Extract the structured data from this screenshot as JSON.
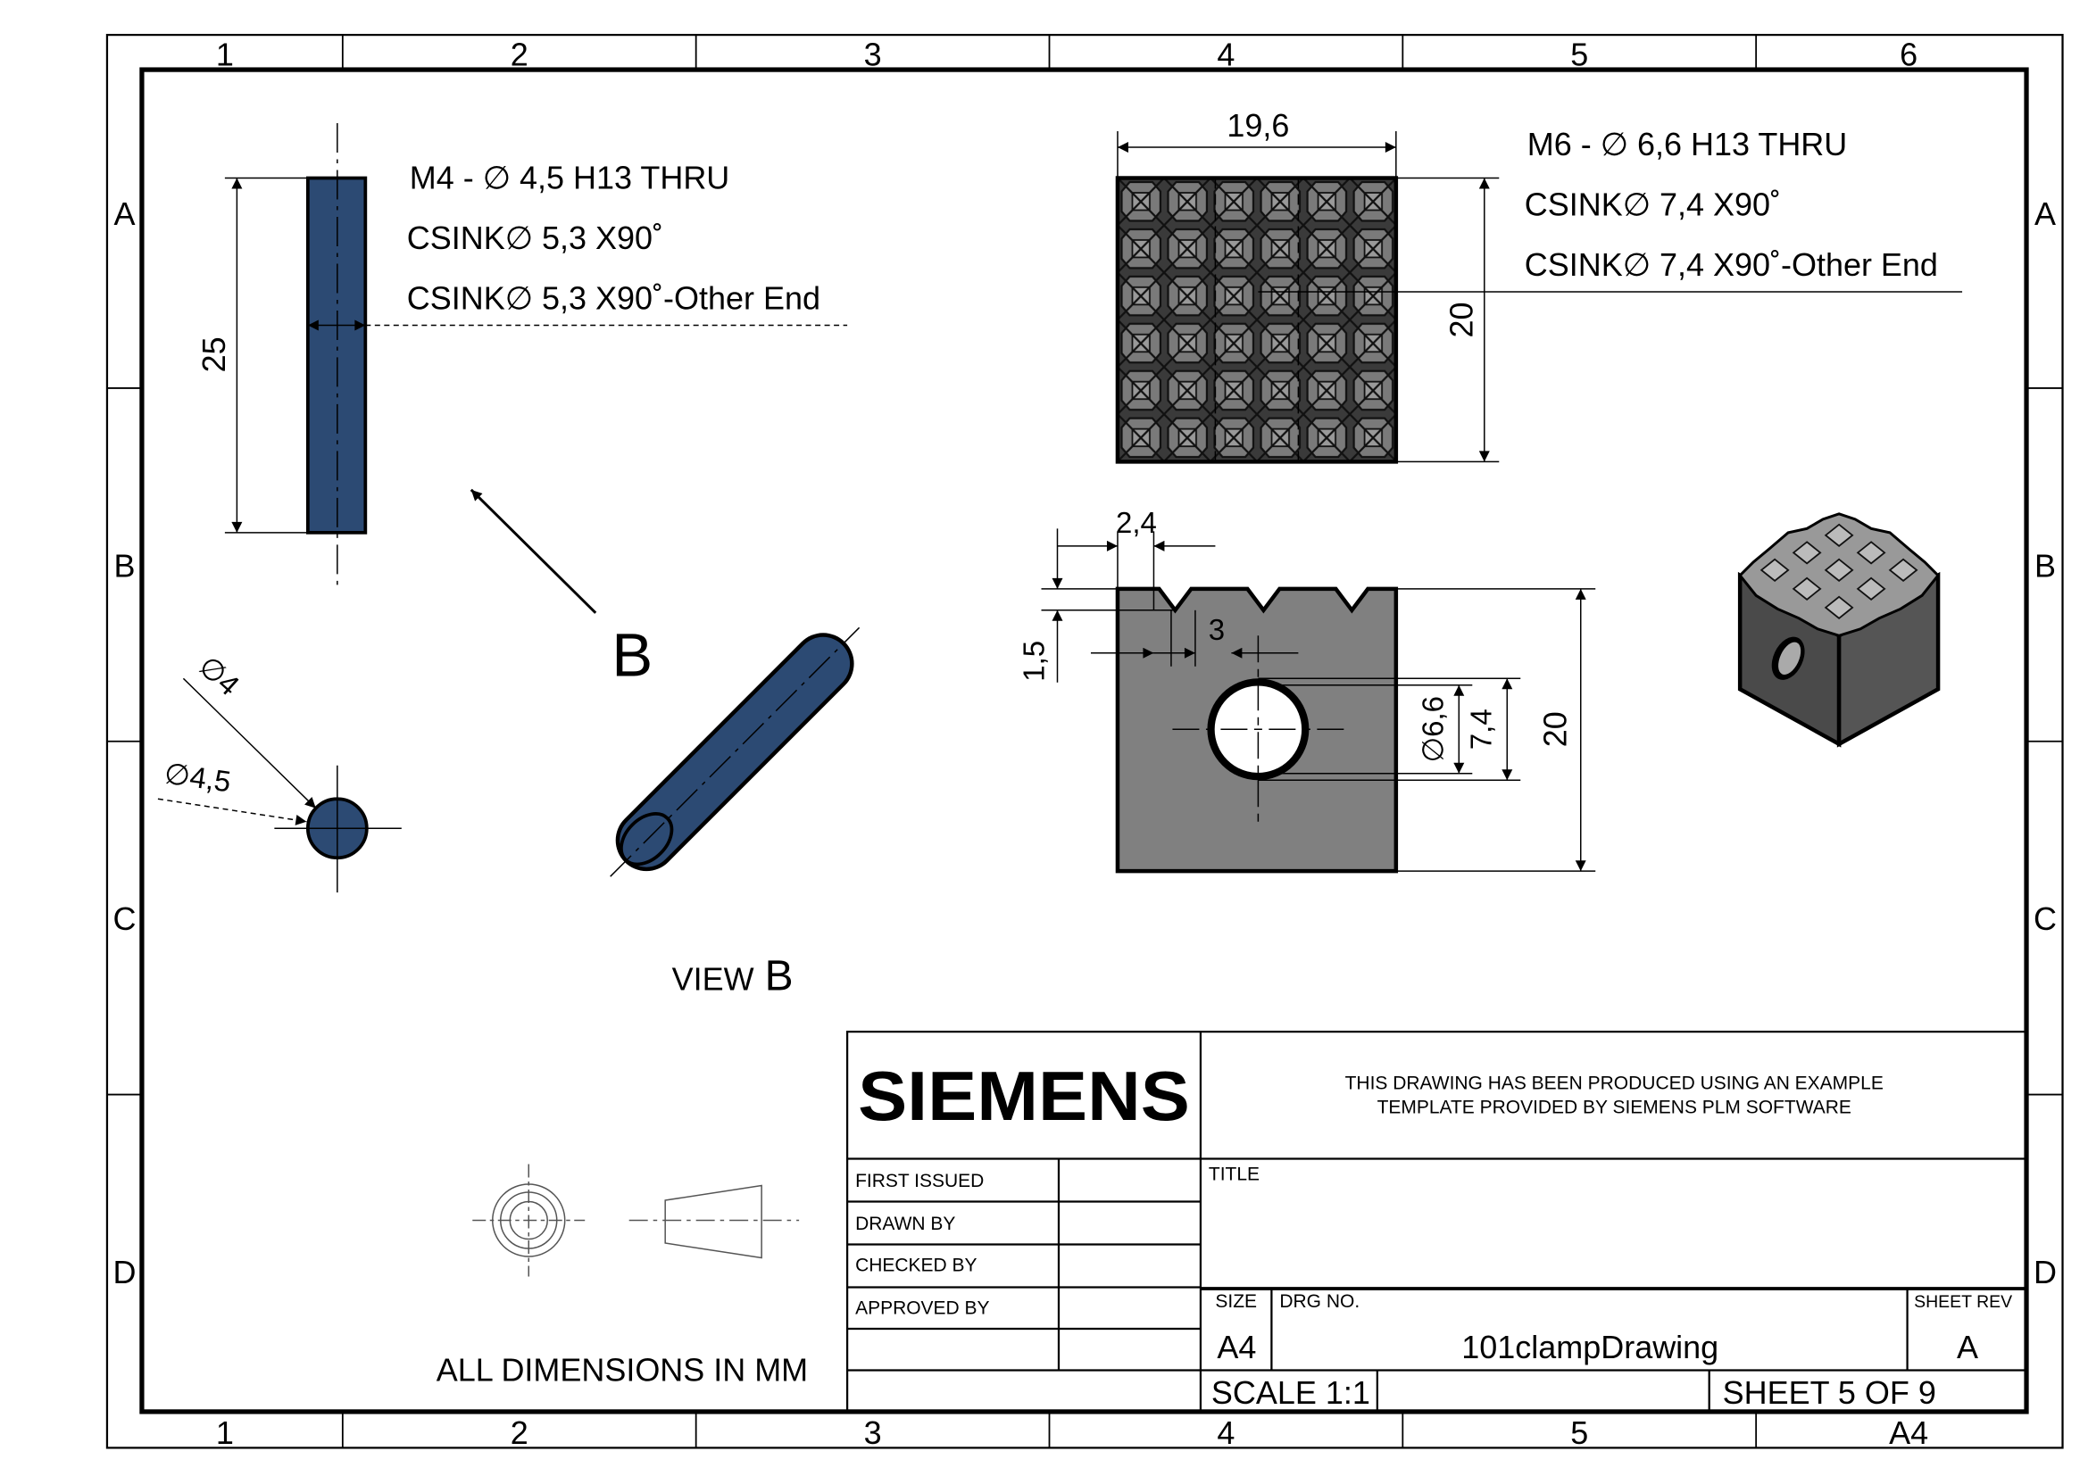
{
  "border": {
    "columns": [
      "1",
      "2",
      "3",
      "4",
      "5",
      "6"
    ],
    "bottom_columns": [
      "1",
      "2",
      "3",
      "4",
      "5",
      "A4"
    ],
    "rows": [
      "A",
      "B",
      "C",
      "D"
    ]
  },
  "left_part": {
    "note_line1": "M4 - ∅ 4,5 H13 THRU",
    "note_line2": "CSINK∅ 5,3 X90˚",
    "note_line3": "CSINK∅ 5,3 X90˚-Other End",
    "dim_length": "25",
    "dim_dia4": "∅4",
    "dim_dia45": "∅4,5",
    "view_arrow_label": "B",
    "view_label_prefix": "VIEW",
    "view_label_letter": "B"
  },
  "right_part": {
    "dim_width": "19,6",
    "dim_height_top": "20",
    "note_line1": "M6 - ∅ 6,6 H13 THRU",
    "note_line2": "CSINK∅ 7,4 X90˚",
    "note_line3": "CSINK∅ 7,4 X90˚-Other End",
    "dim_pitch": "2,4",
    "dim_depth": "1,5",
    "dim_gap": "3",
    "dim_hole": "∅6,6",
    "dim_csink": "7,4",
    "dim_height_front": "20"
  },
  "footer_note": "ALL DIMENSIONS IN MM",
  "title_block": {
    "logo": "SIEMENS",
    "notice_line1": "THIS DRAWING HAS BEEN PRODUCED USING AN EXAMPLE",
    "notice_line2": "TEMPLATE PROVIDED BY SIEMENS PLM SOFTWARE",
    "first_issued": "FIRST ISSUED",
    "drawn_by": "DRAWN BY",
    "checked_by": "CHECKED BY",
    "approved_by": "APPROVED BY",
    "title_label": "TITLE",
    "size_label": "SIZE",
    "size_value": "A4",
    "drg_label": "DRG NO.",
    "drg_value": "101clampDrawing",
    "rev_label": "SHEET REV",
    "rev_value": "A",
    "scale": "SCALE 1:1",
    "sheet": "SHEET 5 OF 9"
  },
  "colors": {
    "part_blue": "#2c4a73",
    "part_gray": "#808080",
    "dark_gray": "#4a4a4a"
  }
}
